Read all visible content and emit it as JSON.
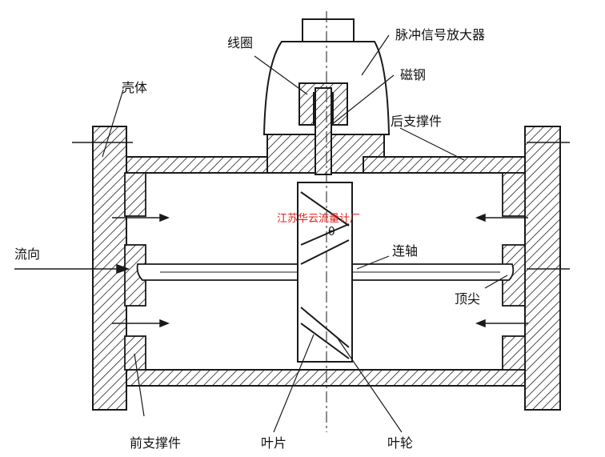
{
  "labels": {
    "coil": "线圈",
    "amplifier": "脉冲信号放大器",
    "magnet": "磁钢",
    "housing": "壳体",
    "rear_support": "后支撑件",
    "flow_direction": "流向",
    "shaft": "连轴",
    "tip": "顶尖",
    "front_support": "前支撑件",
    "blade": "叶片",
    "impeller": "叶轮",
    "blade_mark": "θ"
  },
  "watermark": "江苏华云流量计厂",
  "colors": {
    "ink": "#1a1a1a",
    "watermark": "#e0201a"
  }
}
